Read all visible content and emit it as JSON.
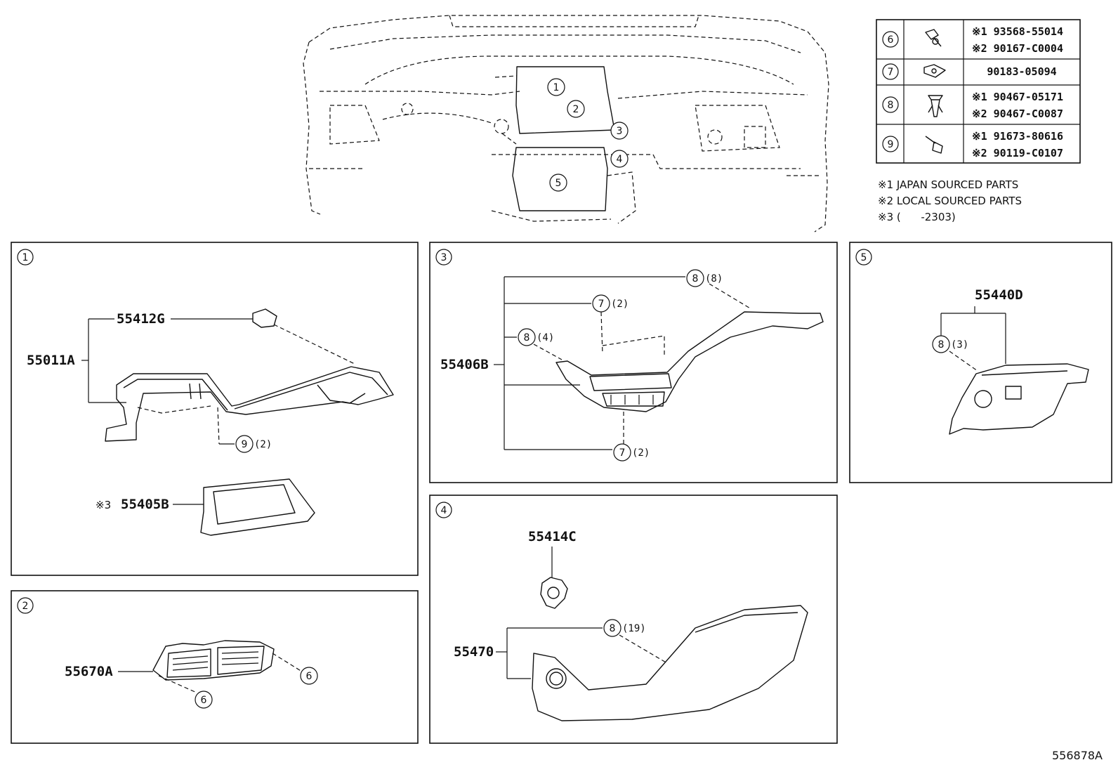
{
  "overview": {
    "callouts": [
      "1",
      "2",
      "3",
      "4",
      "5"
    ]
  },
  "fastener_table": {
    "rows": [
      {
        "ref": "6",
        "lines": [
          "※1 93568-55014",
          "※2 90167-C0004"
        ]
      },
      {
        "ref": "7",
        "lines": [
          "90183-05094"
        ]
      },
      {
        "ref": "8",
        "lines": [
          "※1 90467-05171",
          "※2 90467-C0087"
        ]
      },
      {
        "ref": "9",
        "lines": [
          "※1 91673-80616",
          "※2 90119-C0107"
        ]
      }
    ]
  },
  "notes": [
    "※1 JAPAN SOURCED PARTS",
    "※2 LOCAL SOURCED PARTS",
    "※3 (      -2303)"
  ],
  "panels": {
    "p1": {
      "num": "1",
      "parts": {
        "a": "55412G",
        "b": "55011A",
        "c": "55405B",
        "c_prefix": "※3"
      },
      "fastener": {
        "ref": "9",
        "qty": "(2)"
      }
    },
    "p2": {
      "num": "2",
      "parts": {
        "a": "55670A"
      },
      "fasteners": [
        {
          "ref": "6"
        },
        {
          "ref": "6"
        }
      ]
    },
    "p3": {
      "num": "3",
      "parts": {
        "a": "55406B"
      },
      "fasteners": [
        {
          "ref": "8",
          "qty": "(8)"
        },
        {
          "ref": "7",
          "qty": "(2)"
        },
        {
          "ref": "8",
          "qty": "(4)"
        },
        {
          "ref": "7",
          "qty": "(2)"
        }
      ]
    },
    "p4": {
      "num": "4",
      "parts": {
        "a": "55414C",
        "b": "55470"
      },
      "fastener": {
        "ref": "8",
        "qty": "(19)"
      }
    },
    "p5": {
      "num": "5",
      "parts": {
        "a": "55440D"
      },
      "fastener": {
        "ref": "8",
        "qty": "(3)"
      }
    }
  },
  "drawing_id": "556878A"
}
